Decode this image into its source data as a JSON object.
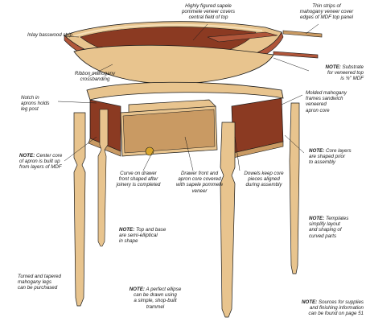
{
  "colors": {
    "mahogany": "#8b3a22",
    "mahogany_light": "#b0563a",
    "maple": "#e8c48e",
    "maple_dark": "#c99a63",
    "ink": "#1a1a1a",
    "brass": "#d9a52b"
  },
  "labels": {
    "inlay": "Inlay basswood strip",
    "sapele": "Highly figured sapele\npommele veneer covers\ncentral field of top",
    "thin_strips": "Thin strips of\nmahogany veneer cover\nedges of MDF top panel",
    "ribbon": "Ribbon mahogany\ncrossbanding",
    "substrate": "Substrate\nfor veneered top\nis ¾\" MDF",
    "notch": "Notch in\naprons holds\nleg post",
    "molded": "Molded mahogany\nframes sandwich\nveneered\napron core",
    "center_core": "Center core\nof apron is built up\nfrom layers of MDF",
    "core_layers": "Core layers\nare shaped prior\nto assembly",
    "curve_drawer": "Curve on drawer\nfront shaped after\njoinery is completed",
    "drawer_front": "Drawer front and\napron core covered\nwith sapele pommele\nveneer",
    "dowels": "Dowels keep core\npieces aligned\nduring assembly",
    "top_base": "Top and base\nare semi-elliptical\nin shape",
    "templates": "Templates\nsimplify layout\nand shaping of\ncurved parts",
    "legs": "Turned and tapered\nmahogany legs\ncan be purchased",
    "ellipse": "A perfect ellipse\ncan be drawn using\na simple, shop-built\ntrammel",
    "sources": "Sources for supplies\nand finishing information\ncan be found on page 51",
    "note_prefix": "NOTE:"
  }
}
